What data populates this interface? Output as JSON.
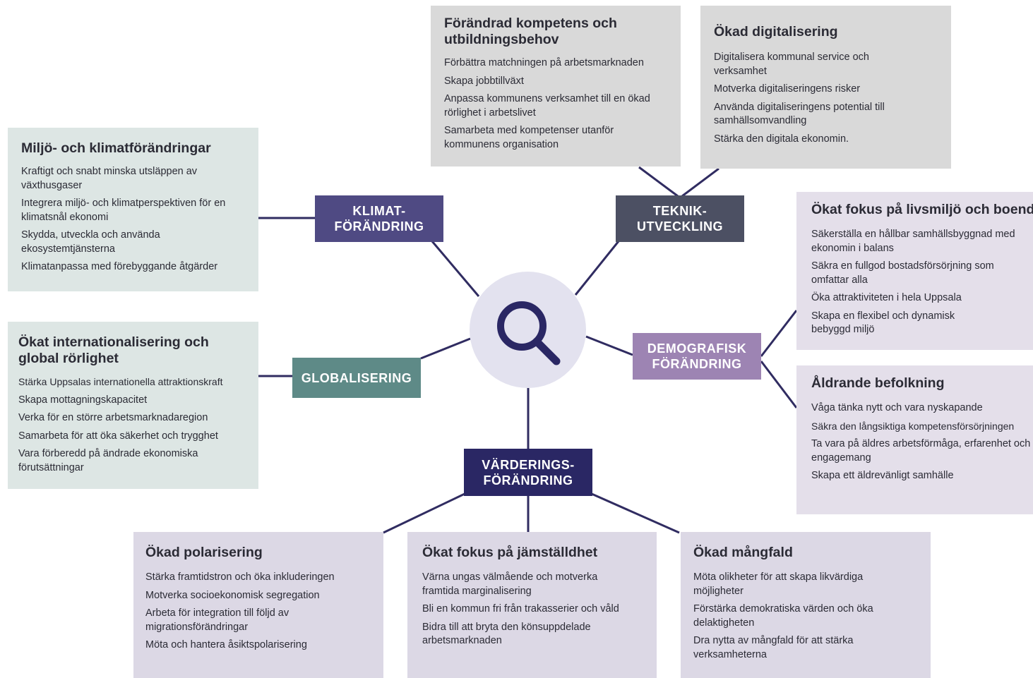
{
  "colors": {
    "klimat": "#4f4a83",
    "teknik": "#4c5063",
    "demografi": "#9d84b3",
    "globalisering": "#5e8a87",
    "vardering": "#2a2764",
    "connector": "#302c61",
    "circle": "#e3e2ef"
  },
  "center": {
    "icon": "magnifier-icon"
  },
  "labels": {
    "klimat": "KLIMAT-\nFÖRÄNDRING",
    "teknik": "TEKNIK-\nUTVECKLING",
    "demografi": "DEMOGRAFISK\nFÖRÄNDRING",
    "globalisering": "GLOBALISERING",
    "vardering": "VÄRDERINGS-\nFÖRÄNDRING"
  },
  "boxes": {
    "kompetens": {
      "title": "Förändrad kompetens och utbildningsbehov",
      "items": [
        "Förbättra matchningen på arbetsmarknaden",
        "Skapa jobbtillväxt",
        "Anpassa kommunens verksamhet till en ökad rörlighet i arbetslivet",
        "Samarbeta med kompetenser utanför kommunens organisation"
      ]
    },
    "digitalisering": {
      "title": "Ökad digitalisering",
      "items": [
        "Digitalisera kommunal service och verksamhet",
        "Motverka digitaliseringens risker",
        "Använda digitaliseringens potential till samhällsomvandling",
        "Stärka den digitala ekonomin."
      ]
    },
    "miljo": {
      "title": "Miljö- och klimatförändringar",
      "items": [
        "Kraftigt och snabt minska utsläppen av växthusgaser",
        "Integrera miljö- och klimatperspektiven för en klimatsnål ekonomi",
        "Skydda, utveckla och använda ekosystemtjänsterna",
        "Klimatanpassa med förebyggande åtgärder"
      ]
    },
    "internationalisering": {
      "title": "Ökat internationalisering och global rörlighet",
      "items": [
        "Stärka Uppsalas internationella attraktionskraft",
        "Skapa mottagningskapacitet",
        "Verka för en större arbetsmarknadaregion",
        "Samarbeta för att öka säkerhet och trygghet",
        "Vara förberedd på ändrade ekonomiska förutsättningar"
      ]
    },
    "livsmiljo": {
      "title": "Ökat fokus på livsmiljö och boende",
      "items": [
        "Säkerställa en hållbar samhällsbyggnad med ekonomin i balans",
        "Säkra en fullgod bostadsförsörjning som omfattar alla",
        "Öka attraktiviteten i hela Uppsala",
        "Skapa en flexibel och dynamisk bebyggd miljö"
      ]
    },
    "aldrande": {
      "title": "Åldrande befolkning",
      "items": [
        "Våga tänka nytt och vara nyskapande",
        "Säkra den långsiktiga kompetensförsörjningen",
        "Ta vara på äldres arbetsförmåga, erfarenhet och engagemang",
        "Skapa ett äldrevänligt samhälle"
      ]
    },
    "polarisering": {
      "title": "Ökad polarisering",
      "items": [
        "Stärka framtidstron och öka inkluderingen",
        "Motverka socioekonomisk segregation",
        "Arbeta för integration till följd av migrationsförändringar",
        "Möta och hantera åsiktspolarisering"
      ]
    },
    "jamstalldhet": {
      "title": "Ökat fokus på jämställdhet",
      "items": [
        "Värna ungas välmående och motverka framtida marginalisering",
        "Bli en kommun fri från trakasserier och våld",
        "Bidra till att bryta den könsuppdelade arbetsmarknaden"
      ]
    },
    "mangfald": {
      "title": "Ökad mångfald",
      "items": [
        "Möta olikheter för att skapa likvärdiga möjligheter",
        "Förstärka demokratiska värden och öka delaktigheten",
        "Dra nytta av mångfald för att stärka verksamheterna"
      ]
    }
  }
}
